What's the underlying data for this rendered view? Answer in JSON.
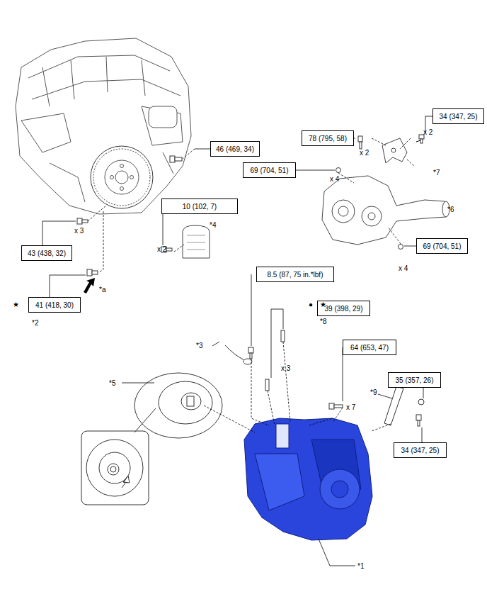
{
  "diagram": {
    "nodes": [
      {
        "text": [
          "46 (469, 34)"
        ]
      },
      {
        "text": [
          "78 (795, 58)"
        ]
      },
      {
        "text": [
          "34 (347, 25)"
        ]
      },
      {
        "text": [
          "69 (704, 51)"
        ]
      },
      {
        "text": [
          "10 (102, 7)"
        ]
      },
      {
        "text": [
          "43 (438, 32)"
        ]
      },
      {
        "text": [
          "69 (704, 51)"
        ]
      },
      {
        "text": [
          "41 (418, 30)"
        ]
      },
      {
        "text": [
          "8.5 (87, 75 in.*lbf)"
        ]
      },
      {
        "text": [
          "39 (398, 29)"
        ]
      },
      {
        "text": [
          "64 (653, 47)"
        ]
      },
      {
        "text": [
          "35 (357, 26)"
        ]
      },
      {
        "text": [
          "34 (347, 25)"
        ]
      }
    ],
    "labels": [
      "x 2",
      "x 2",
      "*7",
      "x 4",
      "*6",
      "*4",
      "x 3",
      "x 2",
      "x 4",
      "*a",
      "★",
      "*2",
      "●",
      "★",
      "*8",
      "*3",
      "x 3",
      "*9",
      "*5",
      "x 7",
      "*1"
    ]
  }
}
